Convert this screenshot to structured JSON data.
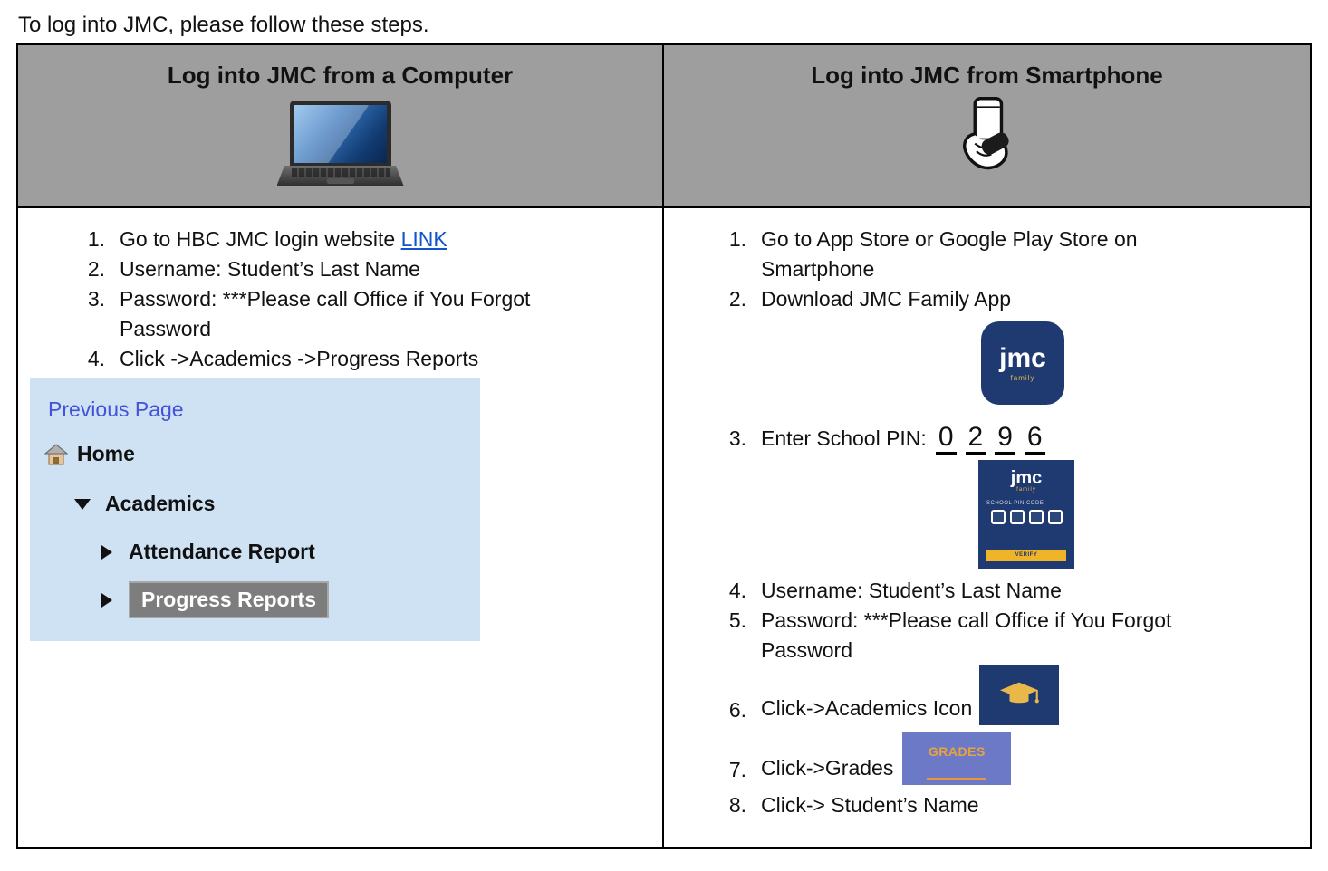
{
  "intro": "To log into JMC, please follow these steps.",
  "colors": {
    "header_bg": "#9e9e9e",
    "link_blue": "#1155cc",
    "nav_screenshot_bg": "#cfe2f3",
    "previous_page_blue": "#4352d8",
    "jmc_navy": "#1e3a70",
    "verify_yellow": "#f0b429",
    "grades_bg": "#6b79c7",
    "grades_text": "#e8a33d",
    "progress_highlight_bg": "#7d7d7d"
  },
  "computer": {
    "header": "Log into JMC from a Computer",
    "steps": [
      {
        "num": "1.",
        "text": "Go to HBC JMC login website ",
        "link": "LINK"
      },
      {
        "num": "2.",
        "text": "Username: Student’s Last Name"
      },
      {
        "num": "3.",
        "text": "Password: ***Please call Office if You Forgot\nPassword"
      },
      {
        "num": "4.",
        "text": "Click ->Academics ->Progress Reports"
      }
    ],
    "nav_screenshot": {
      "previous_page": "Previous Page",
      "home": "Home",
      "academics": "Academics",
      "attendance_report": "Attendance Report",
      "progress_reports": "Progress Reports"
    }
  },
  "smartphone": {
    "header": "Log into JMC from Smartphone",
    "steps": [
      {
        "num": "1.",
        "text": "Go to App Store or Google Play Store on\nSmartphone"
      },
      {
        "num": "2.",
        "text": "Download JMC Family App"
      },
      {
        "num": "3.",
        "text": "Enter School PIN: "
      },
      {
        "num": "4.",
        "text": "Username: Student’s Last Name"
      },
      {
        "num": "5.",
        "text": "Password: ***Please call Office if You Forgot\nPassword"
      },
      {
        "num": "6.",
        "text": "Click->Academics Icon"
      },
      {
        "num": "7.",
        "text": "Click->Grades"
      },
      {
        "num": "8.",
        "text": "Click-> Student’s Name"
      }
    ],
    "pin": [
      "0",
      "2",
      "9",
      "6"
    ],
    "app_icon": {
      "title": "jmc",
      "subtitle": "family"
    },
    "pin_screen": {
      "logo": "jmc",
      "logo_sub": "family",
      "label": "SCHOOL PIN CODE",
      "verify": "VERIFY"
    },
    "grades_button": "GRADES"
  }
}
